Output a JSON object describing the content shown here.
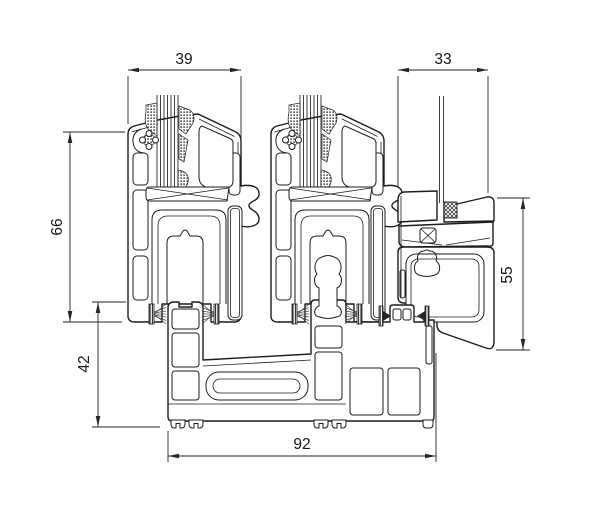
{
  "meta": {
    "background": "#ffffff",
    "line_color": "#1c1c1c",
    "dimension_color": "#262626"
  },
  "dimensions": {
    "sash_width": "39",
    "frame_width": "33",
    "sash_height": "66",
    "lower_frame_height": "42",
    "side_frame_height": "55",
    "total_width": "92"
  }
}
